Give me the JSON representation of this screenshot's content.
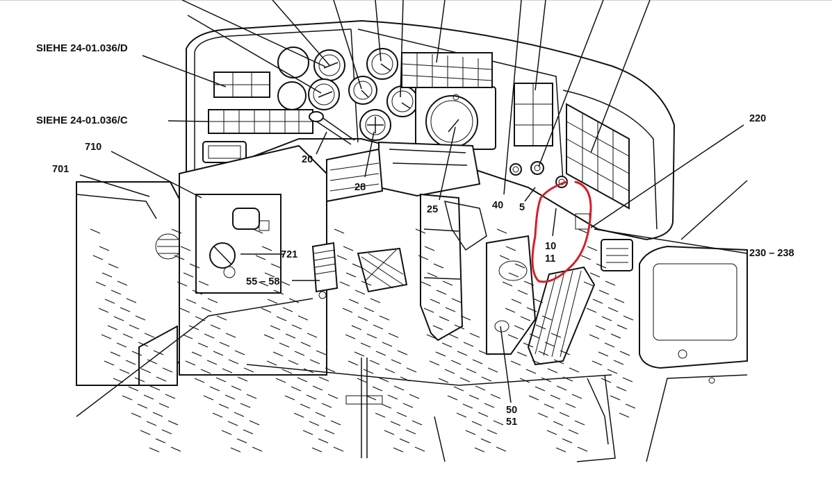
{
  "colors": {
    "line": "#111111",
    "highlight": "#d41e2a",
    "background": "#ffffff"
  },
  "labels": {
    "siehe_d": "SIEHE 24-01.036/D",
    "siehe_c": "SIEHE 24-01.036/C",
    "p710": "710",
    "p701": "701",
    "p20": "20",
    "p28": "28",
    "p25": "25",
    "p40": "40",
    "p5": "5",
    "p10": "10",
    "p11": "11",
    "p220": "220",
    "p230": "230 – 238",
    "p721": "721",
    "p55": "55 – 58",
    "p50": "50",
    "p51": "51"
  }
}
